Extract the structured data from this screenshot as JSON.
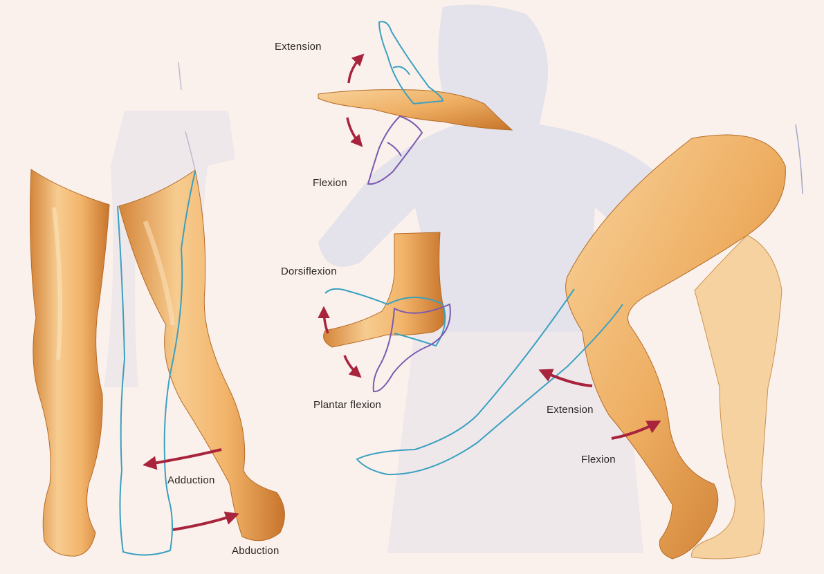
{
  "labels": {
    "wrist_extension": "Extension",
    "wrist_flexion": "Flexion",
    "dorsiflexion": "Dorsiflexion",
    "plantar_flexion": "Plantar flexion",
    "knee_extension": "Extension",
    "knee_flexion": "Flexion",
    "adduction": "Adduction",
    "abduction": "Abduction"
  },
  "colors": {
    "background": "#fbf1ec",
    "ghost_silhouette": "#d9d9e8",
    "skin_light": "#f6c98c",
    "skin_mid": "#e9a85a",
    "skin_dark": "#c9782e",
    "outline_blue": "#3aa0c0",
    "outline_purple": "#7a5ab0",
    "arrow": "#a8243c"
  }
}
